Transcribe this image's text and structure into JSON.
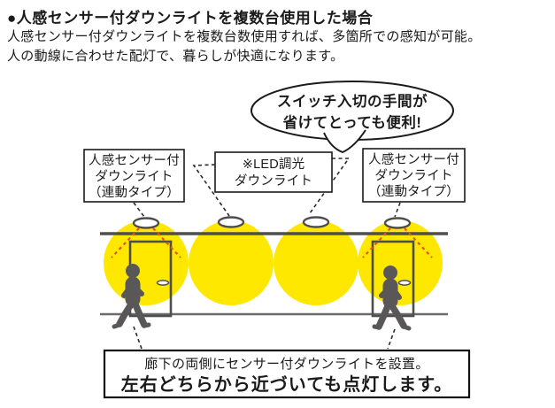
{
  "header": {
    "title": "●人感センサー付ダウンライトを複数台使用した場合",
    "intro_line1": "人感センサー付ダウンライトを複数台数使用すれば、多箇所での感知が可能。",
    "intro_line2": "人の動線に合わせた配灯で、暮らしが快適になります。"
  },
  "bubble": {
    "line1": "スイッチ入切の手間が",
    "line2": "省けてとっても便利!"
  },
  "labels": {
    "left_downlight": {
      "line1": "人感センサー付",
      "line2": "ダウンライト",
      "line3": "（連動タイプ）"
    },
    "led_downlight": {
      "line1": "※LED調光",
      "line2": "ダウンライト"
    },
    "right_downlight": {
      "line1": "人感センサー付",
      "line2": "ダウンライト",
      "line3": "（連動タイプ）"
    }
  },
  "caption": {
    "line1": "廊下の両側にセンサー付ダウンライトを設置。",
    "line2": "左右どちらから近づいても点灯します。"
  },
  "colors": {
    "light_pool_yellow": "#ffe800",
    "sensor_beam_red": "#e8541e",
    "figure_gray": "#595757",
    "line_gray": "#4e4e4e",
    "text_black": "#1a1a1a"
  }
}
